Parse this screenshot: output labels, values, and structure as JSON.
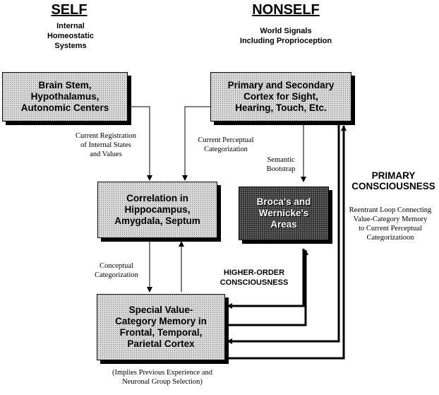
{
  "headers": {
    "self": "SELF",
    "nonself": "NONSELF"
  },
  "subtitles": {
    "self": "Internal\nHomeostatic\nSystems",
    "nonself": "World Signals\nIncluding Proprioception"
  },
  "boxes": {
    "brainstem": "Brain Stem,\nHypothalamus,\nAutonomic Centers",
    "cortex": "Primary and Secondary\nCortex for Sight,\nHearing, Touch, Etc.",
    "correlation": "Correlation in\nHippocampus,\nAmygdala, Septum",
    "broca": "Broca's and\nWernicke's\nAreas",
    "memory": "Special Value-\nCategory Memory in\nFrontal, Temporal,\nParietal Cortex"
  },
  "labels": {
    "current_registration": "Current Registration\nof Internal States\nand Values",
    "current_perceptual": "Current Perceptual\nCategorization",
    "semantic_bootstrap": "Semantic\nBootstrap",
    "primary_consciousness": "PRIMARY\nCONSCIOUSNESS",
    "reentrant_loop": "Reentrant Loop Connecting\nValue-Category Memory\nto Current Perceptual\nCategorizatioon",
    "conceptual_categorization": "Conceptual\nCategorization",
    "higher_order": "HIGHER-ORDER\nCONSCIOUSNESS",
    "implies": "(Implies Previous Experience and\nNeuronal Group Selection)"
  }
}
